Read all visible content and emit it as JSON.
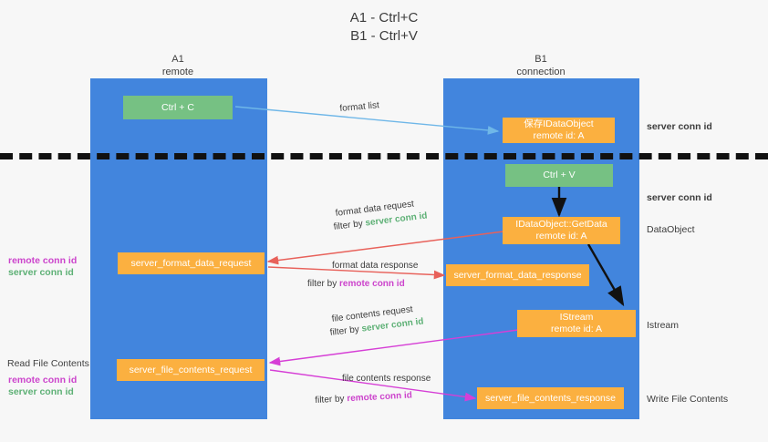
{
  "title": {
    "line1": "A1 - Ctrl+C",
    "line2": "B1 - Ctrl+V"
  },
  "lanes": [
    {
      "id": "a1",
      "name": "A1",
      "sub": "remote"
    },
    {
      "id": "b1",
      "name": "B1",
      "sub": "connection"
    }
  ],
  "nodes": {
    "ctrl_c": {
      "label": "Ctrl + C"
    },
    "ctrl_v": {
      "label": "Ctrl + V"
    },
    "save_idataobject": {
      "line1": "保存IDataObject",
      "line2": "remote id: A"
    },
    "idataobject_getdata": {
      "line1": "IDataObject::GetData",
      "line2": "remote id: A"
    },
    "istream": {
      "line1": "IStream",
      "line2": "remote id: A"
    },
    "server_format_data_request": {
      "label": "server_format_data_request"
    },
    "server_format_data_response": {
      "label": "server_format_data_response"
    },
    "server_file_contents_request": {
      "label": "server_file_contents_request"
    },
    "server_file_contents_response": {
      "label": "server_file_contents_response"
    }
  },
  "edge_labels": {
    "format_list": "format list",
    "format_data_request": "format data request",
    "format_data_request_filter_prefix": "filter by ",
    "format_data_request_filter_value": "server conn id",
    "format_data_response": "format data response",
    "format_data_response_filter_prefix": "filter by ",
    "format_data_response_filter_value": "remote conn id",
    "file_contents_request": "file contents request",
    "file_contents_request_filter_prefix": "filter by ",
    "file_contents_request_filter_value": "server conn id",
    "file_contents_response": "file contents response",
    "file_contents_response_filter_prefix": "filter by ",
    "file_contents_response_filter_value": "remote conn id"
  },
  "right_notes": {
    "server_conn_id_top": "server conn id",
    "server_conn_id_mid": "server conn id",
    "dataobject": "DataObject",
    "istream": "Istream",
    "write_file_contents": "Write File Contents"
  },
  "left_notes": {
    "remote_conn_id_upper": "remote conn id",
    "server_conn_id_upper": "server conn id",
    "read_file_contents": "Read File Contents",
    "remote_conn_id_lower": "remote conn id",
    "server_conn_id_lower": "server conn id"
  },
  "colors": {
    "lane": "#4285dd",
    "green_node": "#76c183",
    "orange_node": "#fbb040",
    "server_conn_id": "#5db075",
    "remote_conn_id": "#cc44cc",
    "arrow_blue": "#6fb7e8",
    "arrow_red": "#e8615a",
    "arrow_magenta": "#d63fd6",
    "arrow_black": "#111111",
    "background": "#f7f7f7"
  }
}
